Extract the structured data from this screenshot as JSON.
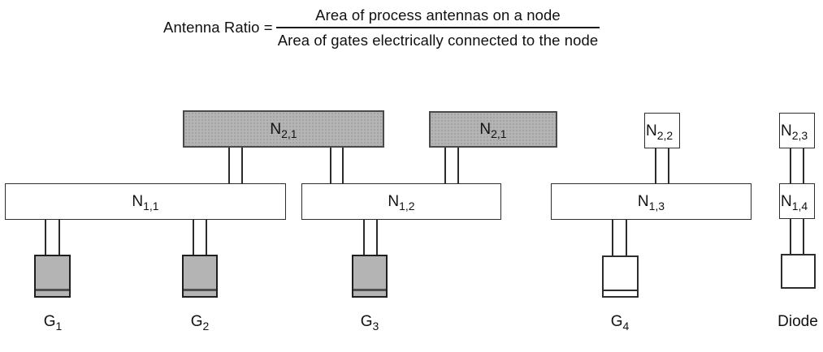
{
  "formula": {
    "lhs": "Antenna Ratio =",
    "numerator": "Area of process antennas on a node",
    "denominator": "Area of gates electrically connected to the node"
  },
  "nodes": {
    "n21a": {
      "base": "N",
      "sub": "2,1"
    },
    "n21b": {
      "base": "N",
      "sub": "2,1"
    },
    "n22": {
      "base": "N",
      "sub": "2,2"
    },
    "n23": {
      "base": "N",
      "sub": "2,3"
    },
    "n11": {
      "base": "N",
      "sub": "1,1"
    },
    "n12": {
      "base": "N",
      "sub": "1,2"
    },
    "n13": {
      "base": "N",
      "sub": "1,3"
    },
    "n14": {
      "base": "N",
      "sub": "1,4"
    }
  },
  "gates": {
    "g1": {
      "base": "G",
      "sub": "1"
    },
    "g2": {
      "base": "G",
      "sub": "2"
    },
    "g3": {
      "base": "G",
      "sub": "3"
    },
    "g4": {
      "base": "G",
      "sub": "4"
    }
  },
  "diode_label": "Diode",
  "colors": {
    "antenna_fill": "#b4b4b4",
    "box_border": "#2e2e2e",
    "wire_line": "#2b2b2b",
    "background": "#ffffff"
  }
}
